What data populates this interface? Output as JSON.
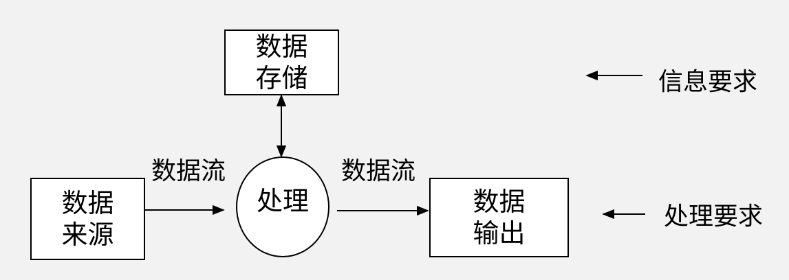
{
  "nodes": {
    "store": {
      "line1": "数据",
      "line2": "存储"
    },
    "process": {
      "label": "处理"
    },
    "source": {
      "line1": "数据",
      "line2": "来源"
    },
    "output": {
      "line1": "数据",
      "line2": "输出"
    }
  },
  "flows": {
    "left": "数据流",
    "right": "数据流"
  },
  "annotations": {
    "info": "信息要求",
    "processing": "处理要求"
  },
  "colors": {
    "background": "#f2f2f2",
    "box_fill": "#ffffff",
    "stroke": "#000000"
  }
}
